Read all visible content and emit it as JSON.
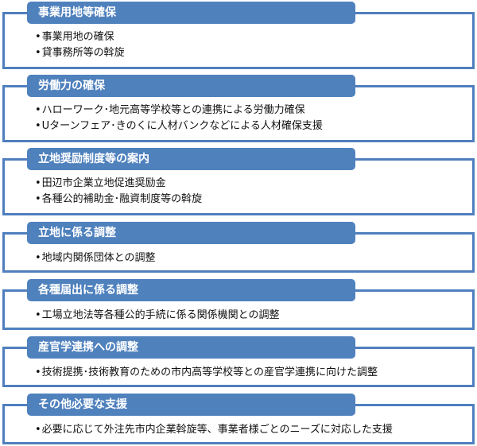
{
  "colors": {
    "accent": "#4f81bd",
    "frame": "#4f7fbe",
    "header_text": "#ffffff"
  },
  "sections": [
    {
      "title": "事業用地等確保",
      "items": [
        "事業用地の確保",
        "貸事務所等の斡旋"
      ]
    },
    {
      "title": "労働力の確保",
      "items": [
        "ハローワーク･地元高等学校等との連携による労働力確保",
        "Uターンフェア･きのくに人材バンクなどによる人材確保支援"
      ]
    },
    {
      "title": "立地奨励制度等の案内",
      "items": [
        "田辺市企業立地促進奨励金",
        "各種公的補助金･融資制度等の斡旋"
      ]
    },
    {
      "title": "立地に係る調整",
      "items": [
        "地域内関係団体との調整"
      ]
    },
    {
      "title": "各種届出に係る調整",
      "items": [
        "工場立地法等各種公的手続に係る関係機関との調整"
      ]
    },
    {
      "title": "産官学連携への調整",
      "items": [
        "技術提携･技術教育のための市内高等学校等との産官学連携に向けた調整"
      ]
    },
    {
      "title": "その他必要な支援",
      "items": [
        "必要に応じて外注先市内企業斡旋等、事業者様ごとのニーズに対応した支援"
      ]
    }
  ]
}
